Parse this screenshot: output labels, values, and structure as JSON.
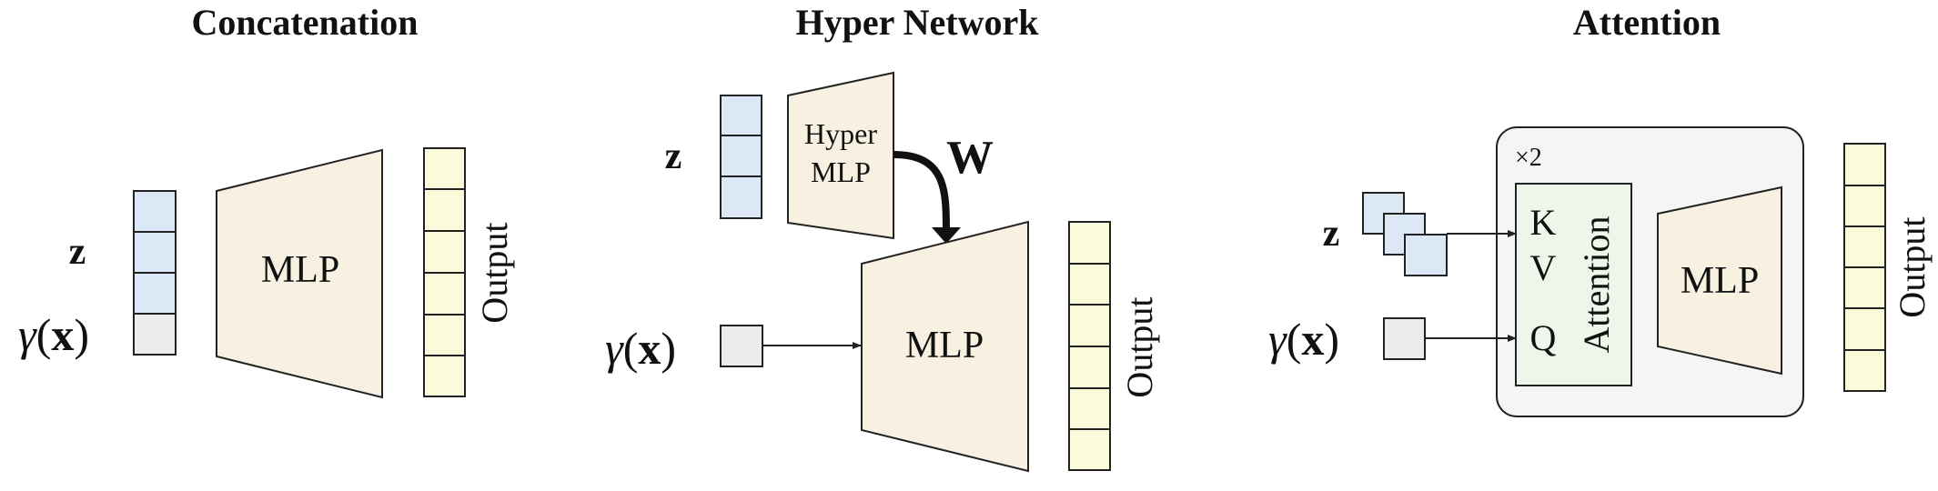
{
  "colors": {
    "stroke": "#222222",
    "z_cell": "#dce8f6",
    "x_cell": "#ececec",
    "mlp_fill": "#f8f1e2",
    "output_cell": "#fbfbdc",
    "attention_box": "#eef6ea",
    "block_bg": "#f5f5f5"
  },
  "panels": {
    "concat": {
      "title": "Concatenation",
      "z_label": "z",
      "x_label_gamma": "γ",
      "x_label_paren_open": "(",
      "x_label_x": "x",
      "x_label_paren_close": ")",
      "mlp_label": "MLP",
      "output_label": "Output"
    },
    "hyper": {
      "title": "Hyper Network",
      "z_label": "z",
      "hyper_line1": "Hyper",
      "hyper_line2": "MLP",
      "w_label": "W",
      "x_label_gamma": "γ",
      "x_label_paren_open": "(",
      "x_label_x": "x",
      "x_label_paren_close": ")",
      "mlp_label": "MLP",
      "output_label": "Output"
    },
    "attention": {
      "title": "Attention",
      "repeat_label": "×2",
      "z_label": "z",
      "x_label_gamma": "γ",
      "x_label_paren_open": "(",
      "x_label_x": "x",
      "x_label_paren_close": ")",
      "k_label": "K",
      "v_label": "V",
      "q_label": "Q",
      "attention_label": "Attention",
      "mlp_label": "MLP",
      "output_label": "Output"
    }
  }
}
